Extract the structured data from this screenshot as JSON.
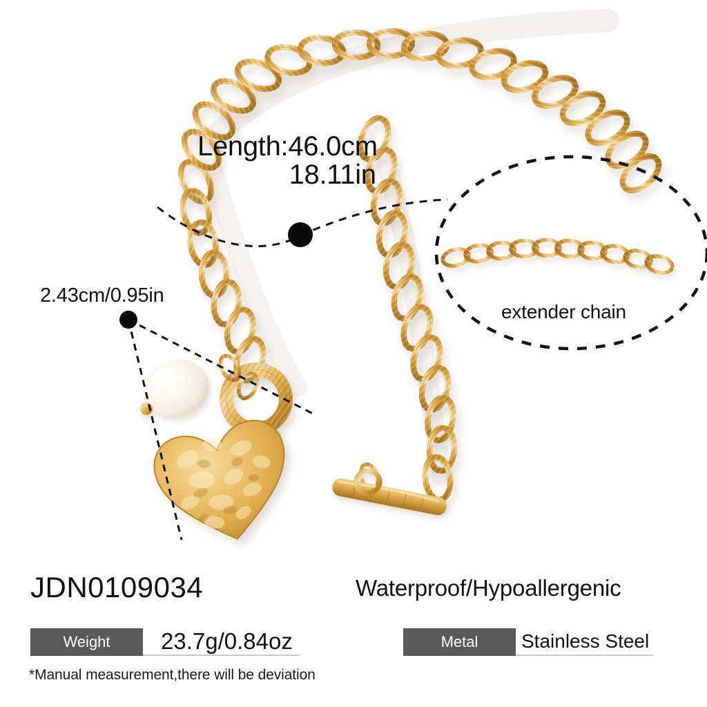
{
  "product_image": {
    "alt": "gold tone oval cable chain necklace with hammered heart pendant, baroque pearl charm and toggle clasp",
    "background": "#ffffff",
    "gold_light": "#f3d79a",
    "gold_mid": "#e0ae53",
    "gold_dark": "#c28a31",
    "gold_shadow": "#a97521",
    "pearl_color": "#fbf8f2",
    "shadow_color": "#ece9e6"
  },
  "callouts": {
    "length": {
      "line1": "Length:46.0cm",
      "line2": "18.11in",
      "marker": "dot-marker"
    },
    "pendant_size": {
      "text": "2.43cm/0.95in",
      "marker": "dot-marker"
    },
    "extender": {
      "text": "extender chain",
      "shape": "dashed-ellipse"
    }
  },
  "specs": {
    "sku": "JDN0109034",
    "feature": "Waterproof/Hypoallergenic",
    "rows": [
      {
        "tag": "Weight",
        "value": "23.7g/0.84oz"
      },
      {
        "tag": "Metal",
        "value": "Stainless Steel"
      }
    ],
    "note": "*Manual measurement,there will be deviation",
    "tag_background": "#595959",
    "tag_text_color": "#ffffff",
    "underline_color": "#c8c8c8"
  }
}
